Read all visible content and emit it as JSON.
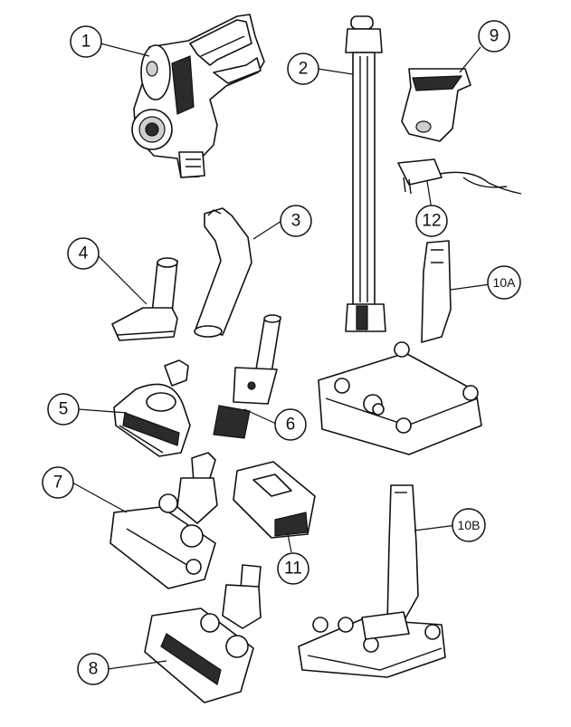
{
  "parts": [
    {
      "id": "p1",
      "label": "1"
    },
    {
      "id": "p2",
      "label": "2"
    },
    {
      "id": "p3",
      "label": "3"
    },
    {
      "id": "p4",
      "label": "4"
    },
    {
      "id": "p5",
      "label": "5"
    },
    {
      "id": "p6",
      "label": "6"
    },
    {
      "id": "p7",
      "label": "7"
    },
    {
      "id": "p8",
      "label": "8"
    },
    {
      "id": "p9",
      "label": "9"
    },
    {
      "id": "p10a",
      "label": "10A"
    },
    {
      "id": "p10b",
      "label": "10B"
    },
    {
      "id": "p11",
      "label": "11"
    },
    {
      "id": "p12",
      "label": "12"
    }
  ]
}
